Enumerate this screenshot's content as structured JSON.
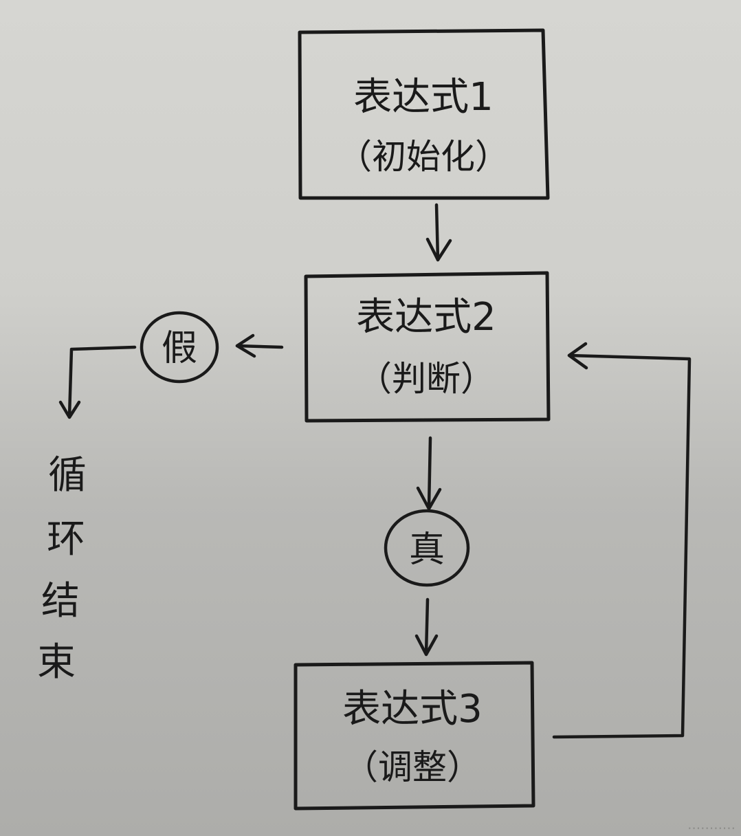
{
  "diagram": {
    "box1": {
      "title": "表达式1",
      "subtitle": "（初始化）"
    },
    "box2": {
      "title": "表达式2",
      "subtitle": "（判断）"
    },
    "box3": {
      "title": "表达式3",
      "subtitle": "（调整）"
    },
    "false_label": "假",
    "true_label": "真",
    "end_label": [
      "循",
      "环",
      "结",
      "束"
    ]
  },
  "watermark": "...........",
  "colors": {
    "ink": "#1a1a1a",
    "paper_top": "#d6d6d2",
    "paper_bottom": "#adadaa"
  }
}
